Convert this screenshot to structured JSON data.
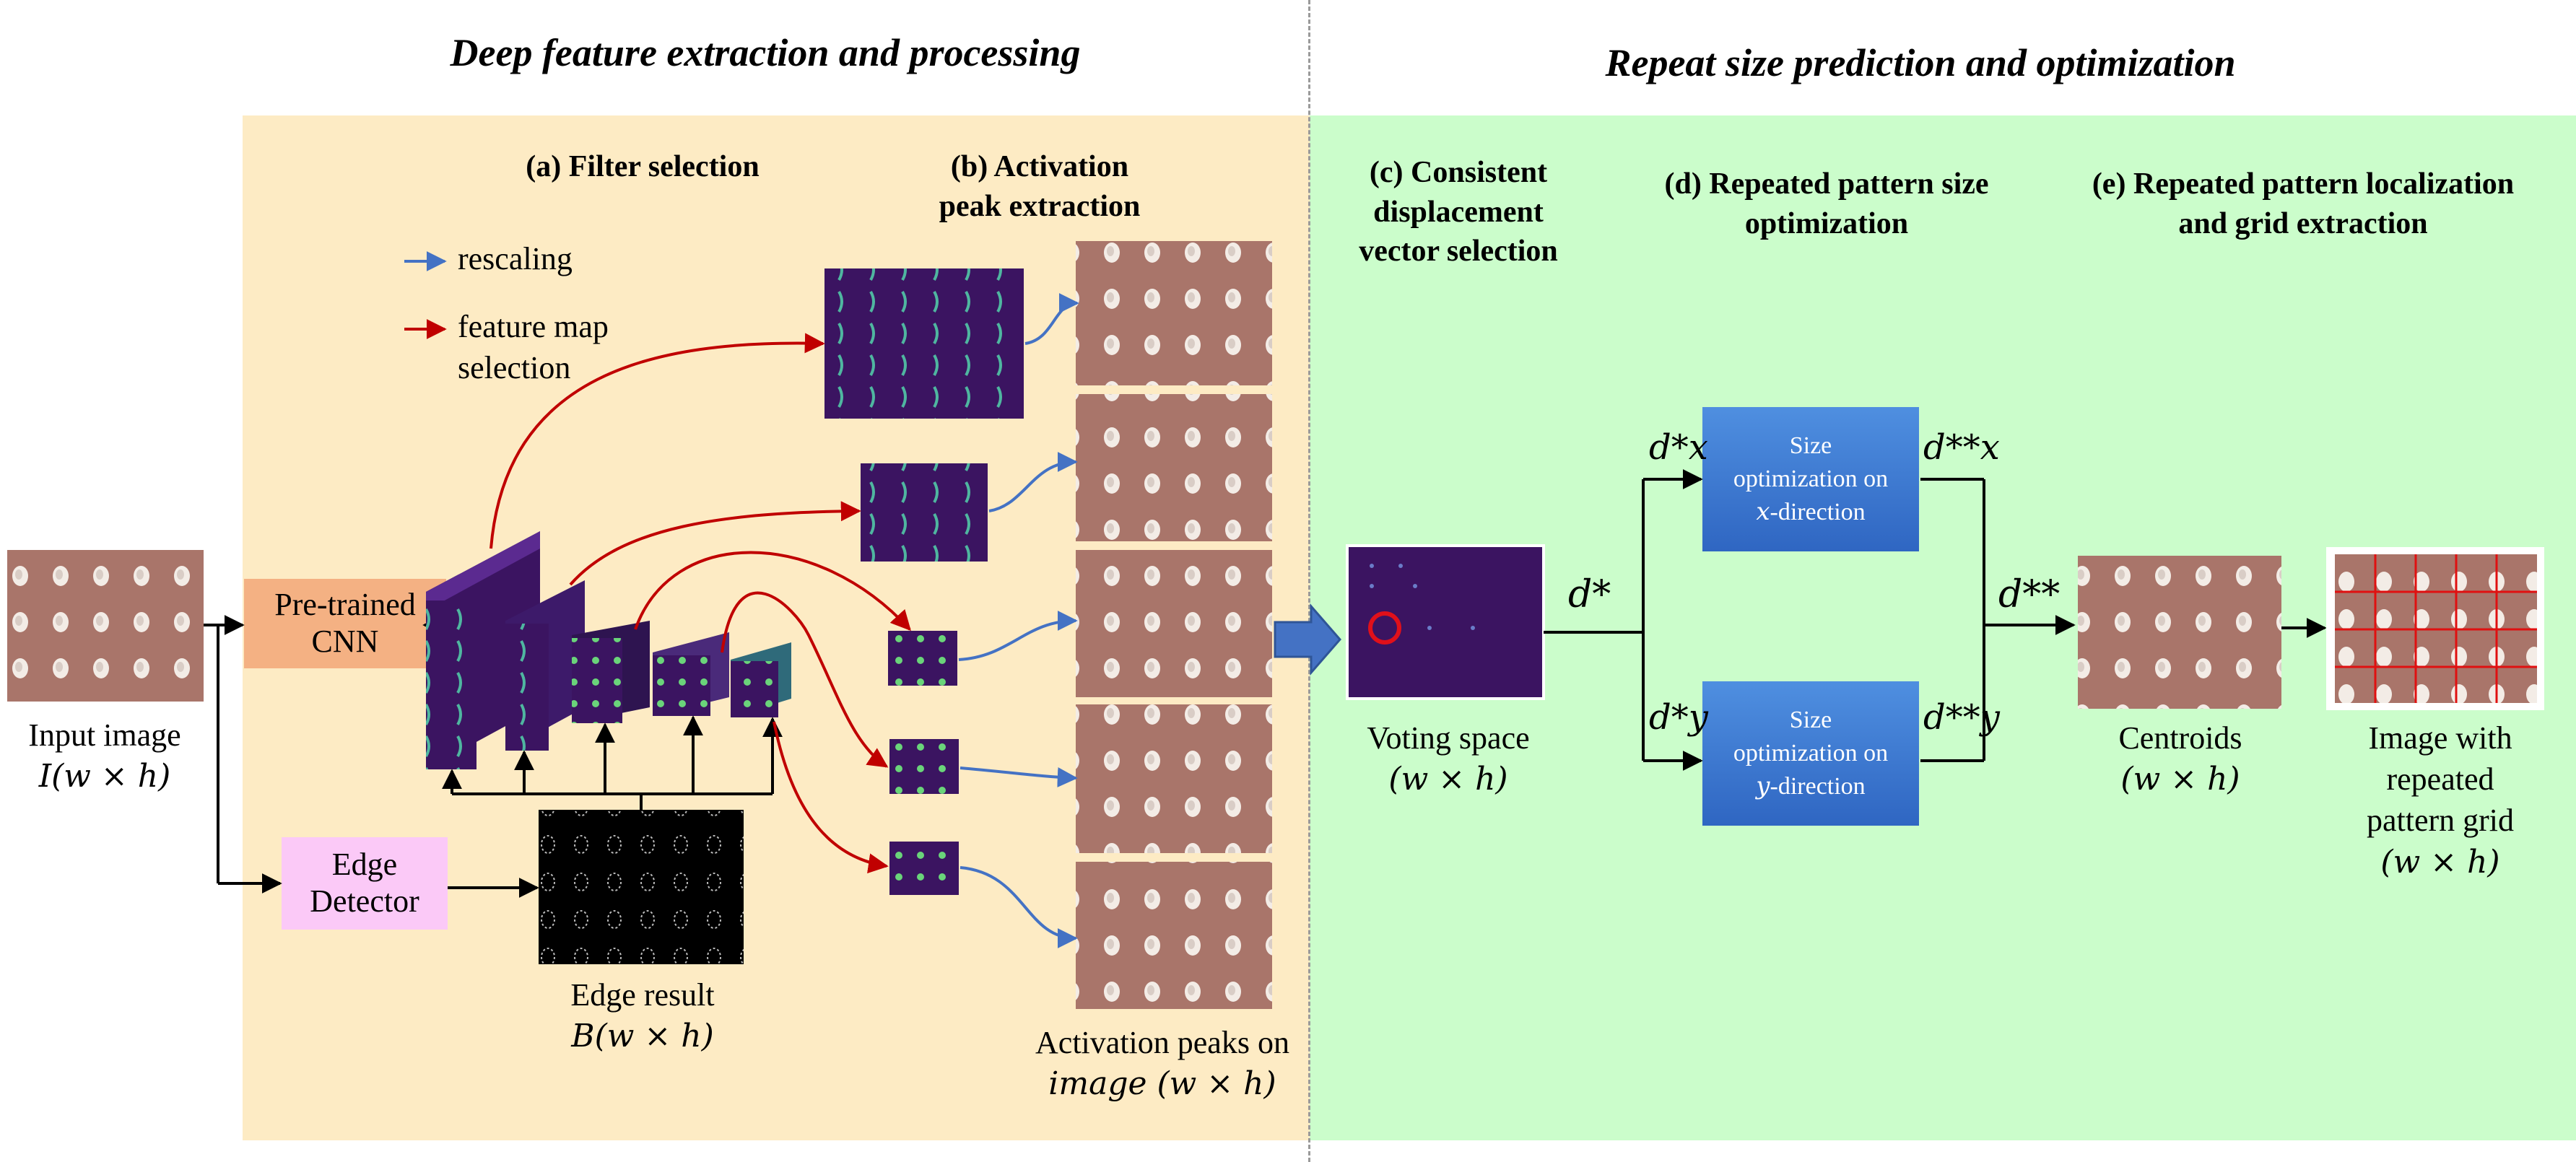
{
  "headers": {
    "left": "Deep feature extraction and processing",
    "right": "Repeat size prediction and optimization"
  },
  "steps": {
    "a": "(a) Filter selection",
    "b_line1": "(b) Activation",
    "b_line2": "peak extraction",
    "c_line1": "(c) Consistent",
    "c_line2": "displacement",
    "c_line3": "vector selection",
    "d_line1": "(d) Repeated pattern size",
    "d_line2": "optimization",
    "e_line1": "(e) Repeated pattern localization",
    "e_line2": "and grid extraction"
  },
  "legend": {
    "rescaling": "rescaling",
    "feature_line1": "feature map",
    "feature_line2": "selection",
    "rescaling_color": "#4472c4",
    "feature_color": "#c00000"
  },
  "boxes": {
    "cnn_line1": "Pre-trained",
    "cnn_line2": "CNN",
    "edge_line1": "Edge",
    "edge_line2": "Detector",
    "opt_x_line1": "Size",
    "opt_x_line2": "optimization on",
    "opt_x_var": "x",
    "opt_x_suffix": "-direction",
    "opt_y_line1": "Size",
    "opt_y_line2": "optimization on",
    "opt_y_var": "y",
    "opt_y_suffix": "-direction"
  },
  "labels": {
    "input_line1": "Input image",
    "input_line2": "I(w × h)",
    "edge_line1": "Edge result",
    "edge_line2": "B(w × h)",
    "act_line1": "Activation peaks on",
    "act_line2": "image (w × h)",
    "voting_line1": "Voting space",
    "voting_line2": "(w × h)",
    "centroids_line1": "Centroids",
    "centroids_line2": "(w × h)",
    "grid_line1": "Image with",
    "grid_line2": "repeated",
    "grid_line3": "pattern grid",
    "grid_line4": "(w × h)"
  },
  "math": {
    "d_star": "d*",
    "dx_star": "d*x",
    "dy_star": "d*y",
    "dx_2star": "d**x",
    "dy_2star": "d**y",
    "d_2star": "d**"
  },
  "colors": {
    "left_panel": "#fdebc4",
    "right_panel": "#cbfdcb",
    "texture": "#a9756a",
    "feature_map": "#3b1461",
    "size_box": "#3874d4"
  }
}
